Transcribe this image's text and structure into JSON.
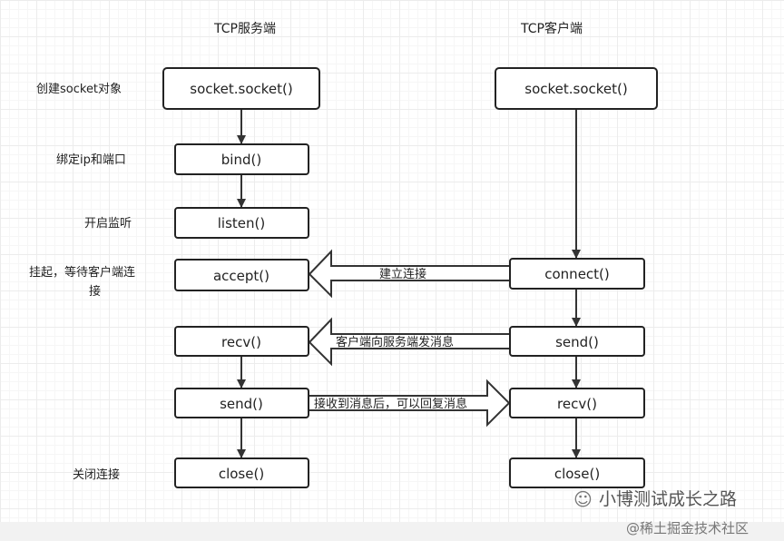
{
  "titles": {
    "server": "TCP服务端",
    "client": "TCP客户端"
  },
  "steps": {
    "create": "创建socket对象",
    "bind": "绑定ip和端口",
    "listen": "开启监听",
    "accept_1": "挂起，等待客户端连",
    "accept_2": "接",
    "close": "关闭连接"
  },
  "server": {
    "socket": "socket.socket()",
    "bind": "bind()",
    "listen": "listen()",
    "accept": "accept()",
    "recv": "recv()",
    "send": "send()",
    "close": "close()"
  },
  "client": {
    "socket": "socket.socket()",
    "connect": "connect()",
    "send": "send()",
    "recv": "recv()",
    "close": "close()"
  },
  "arrows": {
    "connect": "建立连接",
    "client_send": "客户端向服务端发消息",
    "server_reply": "接收到消息后，可以回复消息"
  },
  "watermark": {
    "main": "小博测试成长之路",
    "sub": "@稀土掘金技术社区"
  }
}
